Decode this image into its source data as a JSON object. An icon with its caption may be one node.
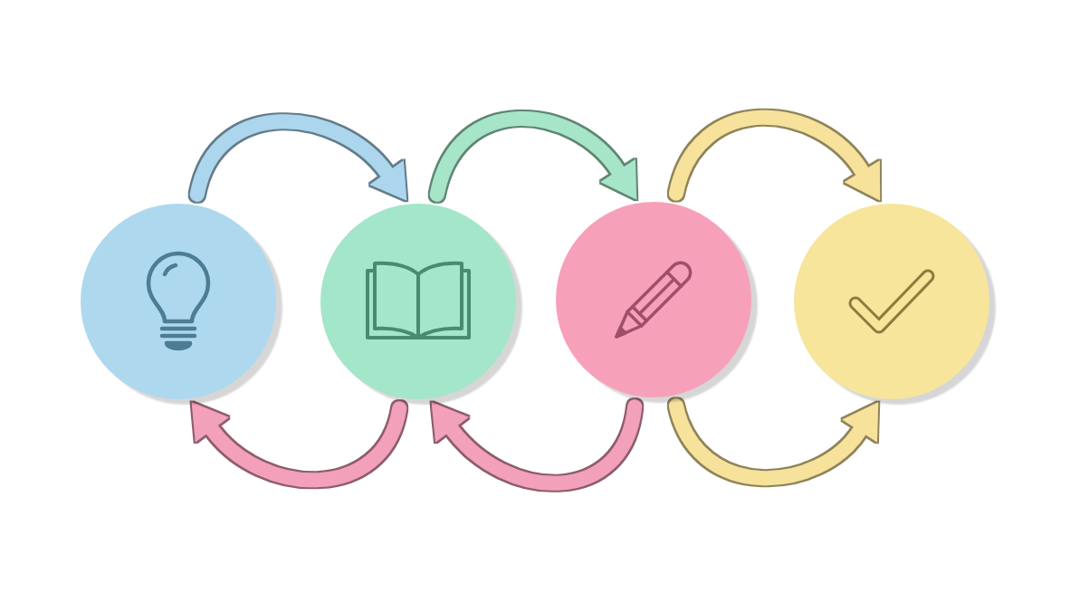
{
  "diagram": {
    "nodes": [
      {
        "text": [],
        "shape": "circle"
      },
      {
        "text": [],
        "shape": "circle"
      },
      {
        "text": [],
        "shape": "circle"
      },
      {
        "text": [],
        "shape": "circle"
      }
    ],
    "edges": [
      {
        "from": 0,
        "to": 1,
        "arrow": "to",
        "color": "#acd6ed"
      },
      {
        "from": 1,
        "to": 2,
        "arrow": "to",
        "color": "#a6e5c8"
      },
      {
        "from": 2,
        "to": 3,
        "arrow": "to",
        "color": "#f6e29b"
      },
      {
        "from": 1,
        "to": 0,
        "arrow": "to",
        "color": "#f3a1ba"
      },
      {
        "from": 2,
        "to": 1,
        "arrow": "to",
        "color": "#f3a1ba"
      },
      {
        "from": 2,
        "to": 3,
        "arrow": "to",
        "color": "#f6e29b"
      }
    ]
  }
}
